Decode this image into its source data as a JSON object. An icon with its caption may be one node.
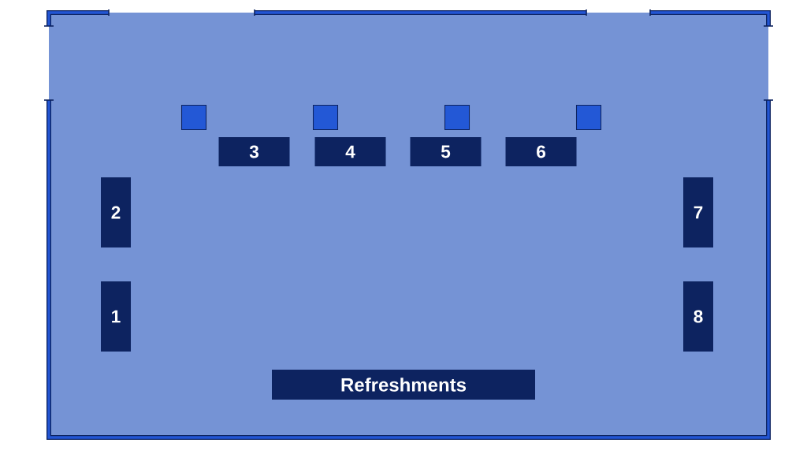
{
  "diagram": {
    "nodes": [
      {
        "text": [],
        "shape": "box"
      },
      {
        "text": [],
        "shape": "box"
      },
      {
        "text": [],
        "shape": "box"
      },
      {
        "text": [],
        "shape": "box"
      },
      {
        "text": [
          "3"
        ]
      },
      {
        "text": [
          "4"
        ]
      },
      {
        "text": [
          "5"
        ]
      },
      {
        "text": [
          "6"
        ]
      },
      {
        "text": [
          "2"
        ]
      },
      {
        "text": [
          "7"
        ]
      },
      {
        "text": [
          "1"
        ]
      },
      {
        "text": [
          "8"
        ]
      },
      {
        "text": [
          "Refreshments"
        ]
      }
    ]
  }
}
